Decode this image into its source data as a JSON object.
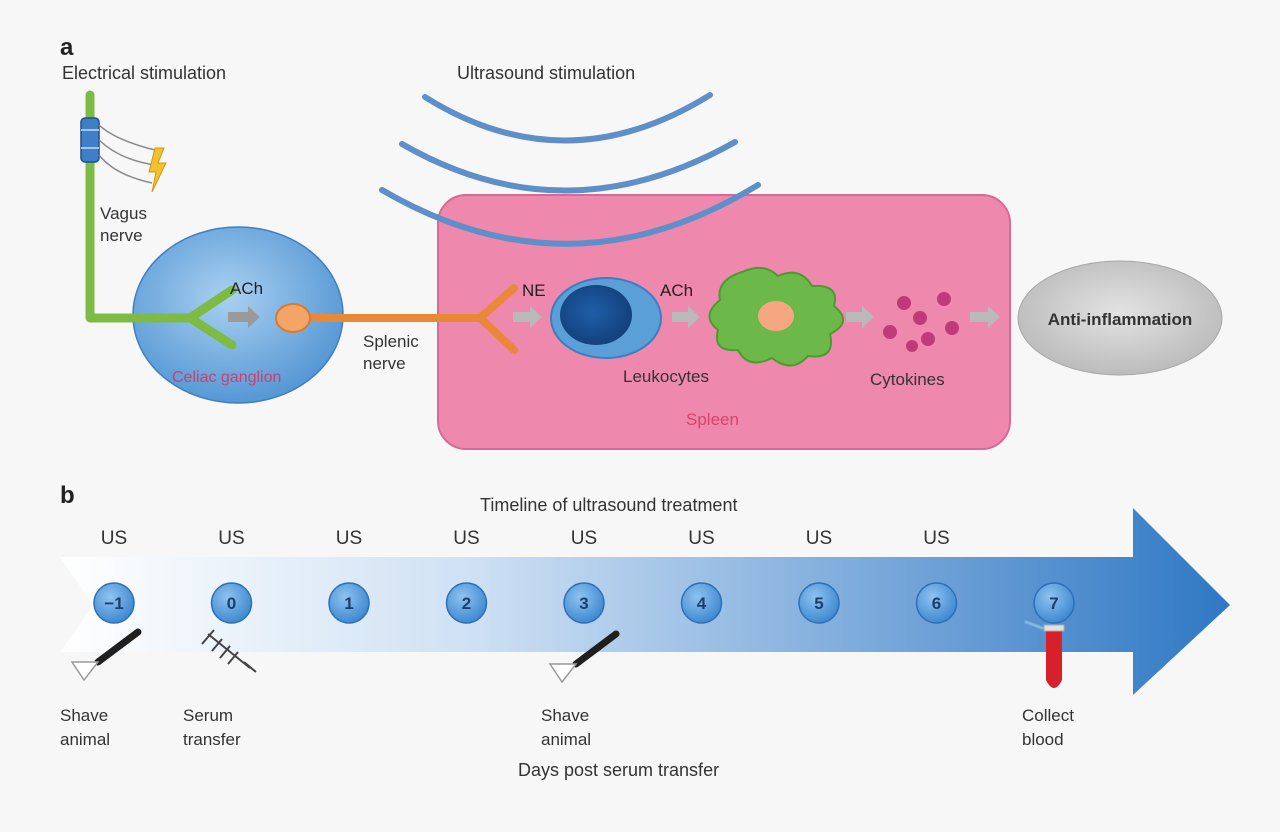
{
  "panel_a": {
    "letter": "a",
    "electrical_stimulation": "Electrical stimulation",
    "ultrasound_stimulation": "Ultrasound stimulation",
    "vagus_nerve": [
      "Vagus",
      "nerve"
    ],
    "ach_ganglion": "ACh",
    "celiac_ganglion": "Celiac ganglion",
    "splenic_nerve": [
      "Splenic",
      "nerve"
    ],
    "ne": "NE",
    "ach_spleen": "ACh",
    "leukocytes": "Leukocytes",
    "spleen": "Spleen",
    "cytokines": "Cytokines",
    "anti_inflammation": "Anti-inflammation"
  },
  "panel_b": {
    "letter": "b",
    "timeline_title": "Timeline of ultrasound treatment",
    "us_label": "US",
    "days": [
      "−1",
      "0",
      "1",
      "2",
      "3",
      "4",
      "5",
      "6",
      "7"
    ],
    "events": {
      "shave1": [
        "Shave",
        "animal"
      ],
      "serum": [
        "Serum",
        "transfer"
      ],
      "shave2": [
        "Shave",
        "animal"
      ],
      "collect": [
        "Collect",
        "blood"
      ]
    },
    "axis_label": "Days post serum transfer"
  },
  "colors": {
    "vagus_green": "#7dbb45",
    "splenic_orange": "#e8893a",
    "ganglion_blue": "#5b9fd8",
    "spleen_pink": "#ee88ad",
    "leukocyte_blue": "#2f6fb8",
    "macrophage_green": "#6cb94a",
    "cytokine_magenta": "#c03a7a",
    "arrow_blue": "#2f78c4",
    "ultrasound_wave": "#5e8fc9",
    "red_label": "#d9436a",
    "blood_red": "#d8202a"
  }
}
